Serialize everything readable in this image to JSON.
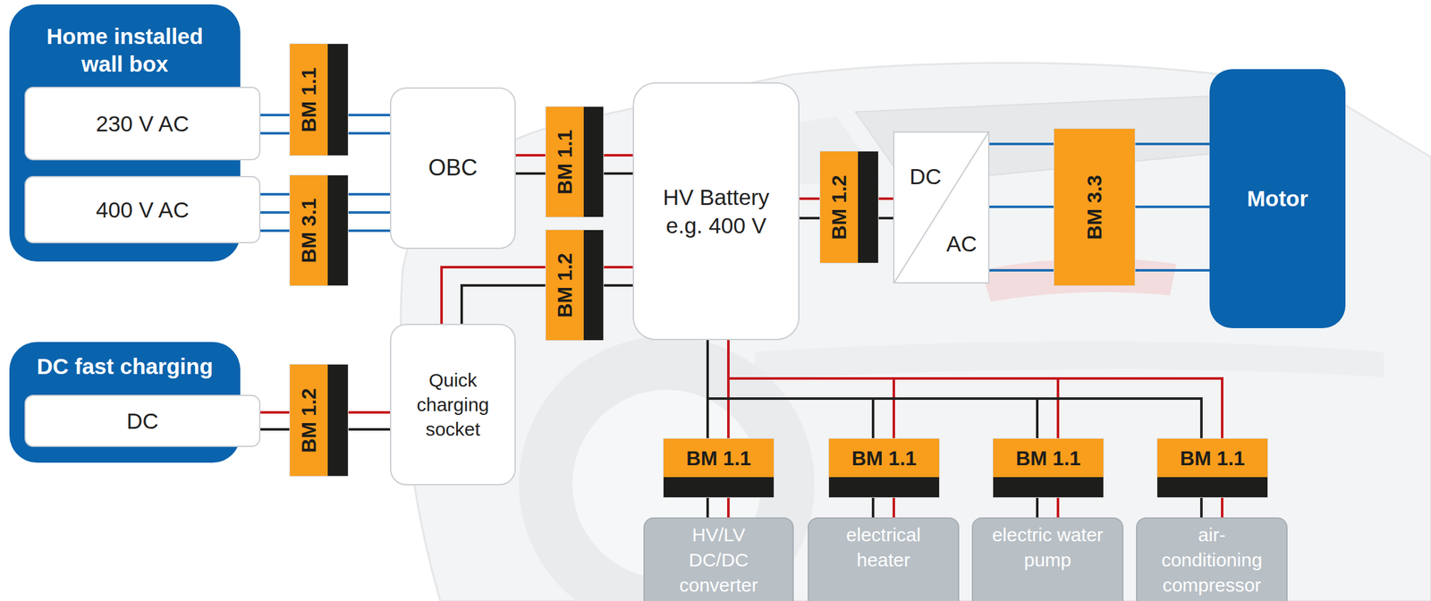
{
  "diagram": {
    "nodes": [
      {
        "text": [
          "Home installed wall box"
        ]
      },
      {
        "text": [
          "230 V AC"
        ],
        "in": 0
      },
      {
        "text": [
          "400 V AC"
        ],
        "in": 0
      },
      {
        "text": [
          "BM 1.1"
        ]
      },
      {
        "text": [
          "BM 3.1"
        ]
      },
      {
        "text": [
          "OBC"
        ]
      },
      {
        "text": [
          "BM 1.1"
        ]
      },
      {
        "text": [
          "BM 1.2"
        ]
      },
      {
        "text": [
          "HV Battery e.g. 400 V"
        ]
      },
      {
        "text": [
          "BM 1.2"
        ]
      },
      {
        "text": [
          "DC",
          "AC"
        ]
      },
      {
        "text": [
          "BM 3.3"
        ]
      },
      {
        "text": [
          "Motor"
        ]
      },
      {
        "text": [
          "DC fast charging"
        ]
      },
      {
        "text": [
          "DC"
        ],
        "in": 13
      },
      {
        "text": [
          "BM 1.2"
        ]
      },
      {
        "text": [
          "Quick charging socket"
        ]
      },
      {
        "text": [
          "BM 1.1"
        ]
      },
      {
        "text": [
          "BM 1.1"
        ]
      },
      {
        "text": [
          "BM 1.1"
        ]
      },
      {
        "text": [
          "BM 1.1"
        ]
      },
      {
        "text": [
          "HV/LV DC/DC converter"
        ]
      },
      {
        "text": [
          "electrical heater"
        ]
      },
      {
        "text": [
          "electric water pump"
        ]
      },
      {
        "text": [
          "air-conditioning compressor"
        ]
      }
    ],
    "edges": [
      {
        "from": 1,
        "to": 3,
        "arrow": "none"
      },
      {
        "from": 3,
        "to": 5,
        "arrow": "none"
      },
      {
        "from": 2,
        "to": 4,
        "arrow": "none"
      },
      {
        "from": 4,
        "to": 5,
        "arrow": "none"
      },
      {
        "from": 5,
        "to": 6,
        "arrow": "none"
      },
      {
        "from": 6,
        "to": 8,
        "arrow": "none"
      },
      {
        "from": 16,
        "to": 7,
        "arrow": "none"
      },
      {
        "from": 7,
        "to": 8,
        "arrow": "none"
      },
      {
        "from": 14,
        "to": 15,
        "arrow": "none"
      },
      {
        "from": 15,
        "to": 16,
        "arrow": "none"
      },
      {
        "from": 8,
        "to": 9,
        "arrow": "none"
      },
      {
        "from": 9,
        "to": 10,
        "arrow": "none"
      },
      {
        "from": 10,
        "to": 11,
        "arrow": "none"
      },
      {
        "from": 11,
        "to": 12,
        "arrow": "none"
      },
      {
        "from": 8,
        "to": 17,
        "arrow": "none"
      },
      {
        "from": 8,
        "to": 18,
        "arrow": "none"
      },
      {
        "from": 8,
        "to": 19,
        "arrow": "none"
      },
      {
        "from": 8,
        "to": 20,
        "arrow": "none"
      },
      {
        "from": 17,
        "to": 21,
        "arrow": "none"
      },
      {
        "from": 18,
        "to": 22,
        "arrow": "none"
      },
      {
        "from": 19,
        "to": 23,
        "arrow": "none"
      },
      {
        "from": 20,
        "to": 24,
        "arrow": "none"
      }
    ]
  }
}
